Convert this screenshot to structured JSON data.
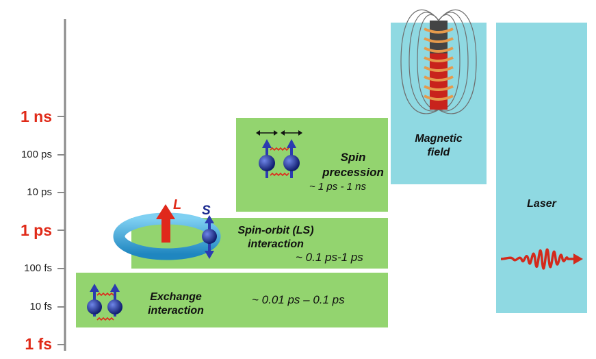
{
  "axis": {
    "ticks": [
      {
        "label": "1 ns",
        "major": true
      },
      {
        "label": "100 ps",
        "major": false
      },
      {
        "label": "10 ps",
        "major": false
      },
      {
        "label": "1 ps",
        "major": true
      },
      {
        "label": "100 fs",
        "major": false
      },
      {
        "label": "10 fs",
        "major": false
      },
      {
        "label": "1 fs",
        "major": true
      }
    ]
  },
  "boxes": {
    "exchange": {
      "title_line1": "Exchange",
      "title_line2": "interaction",
      "range": "~ 0.01 ps – 0.1 ps"
    },
    "spin_orbit": {
      "title_line1": "Spin-orbit (LS)",
      "title_line2": "interaction",
      "range": "~ 0.1 ps-1 ps",
      "L_label": "L",
      "S_label": "S"
    },
    "precession": {
      "title_line1": "Spin",
      "title_line2": "precession",
      "range": "~ 1 ps - 1 ns"
    },
    "magnetic": {
      "title_line1": "Magnetic",
      "title_line2": "field"
    },
    "laser": {
      "title": "Laser"
    }
  },
  "colors": {
    "green": "#93d46f",
    "cyan": "#8fd9e2",
    "red": "#e02a18",
    "spin_blue": "#1b2a8f",
    "ring_blue": "#3aa6d8"
  }
}
